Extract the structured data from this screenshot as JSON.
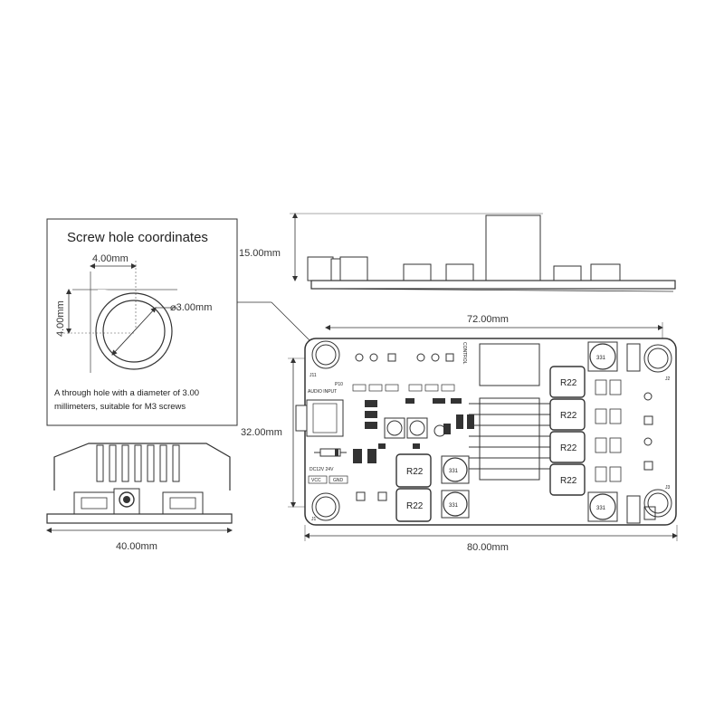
{
  "inset": {
    "title": "Screw hole coordinates",
    "dim_horizontal": "4.00mm",
    "dim_vertical": "4.00mm",
    "dim_diameter": "⌀3.00mm",
    "note": "A through hole with a diameter of 3.00 millimeters, suitable for M3 screws"
  },
  "dimensions": {
    "side_height": "15.00mm",
    "top_width_holes": "72.00mm",
    "top_height_holes": "32.00mm",
    "top_width_board": "80.00mm",
    "front_width": "40.00mm"
  },
  "board_labels": {
    "inductor": "R22",
    "cap": "331",
    "j11": "J11",
    "j1": "J1",
    "j2": "J2",
    "j3": "J3",
    "p10": "P10",
    "audio_input": "AUDIO INPUT",
    "dc_input": "DC12V 24V",
    "vcc": "VCC",
    "gnd": "GND",
    "control": "CONTROL"
  },
  "colors": {
    "line": "#333333",
    "board": "#ffffff",
    "accent": "#1a1a1a"
  }
}
